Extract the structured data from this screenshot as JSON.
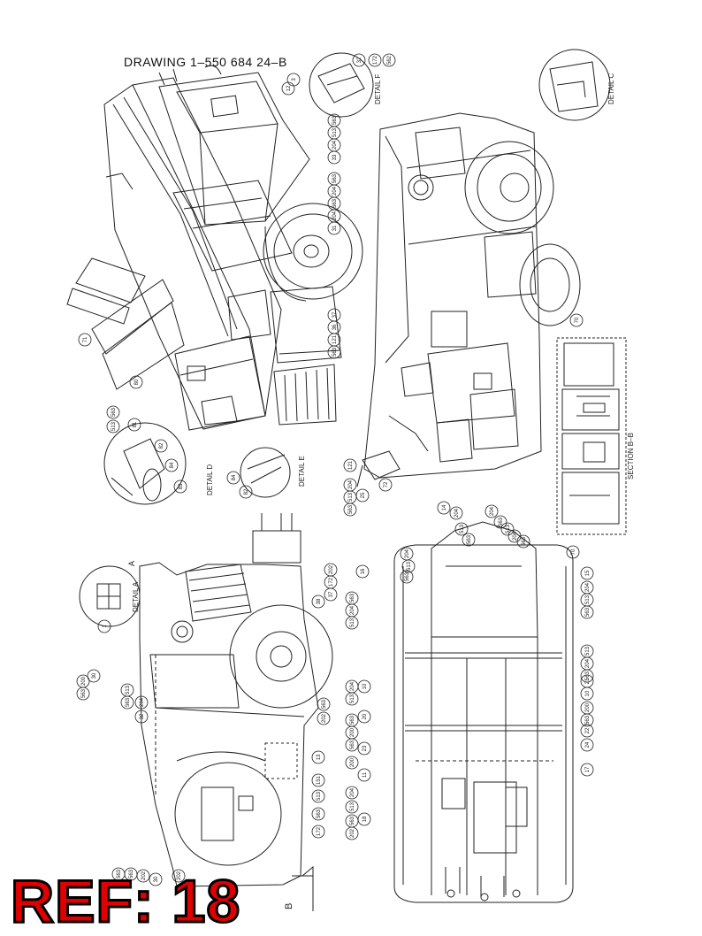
{
  "drawing": {
    "title": "DRAWING  1–550 684 24–B",
    "ref_badge": "REF: 18",
    "colors": {
      "line": "#222222",
      "ref_fill": "#e00000",
      "ref_outline": "#000000"
    }
  },
  "details": {
    "detail_f": "DETAIL F",
    "detail_c": "DETAIL C",
    "detail_d": "DETAIL D",
    "detail_e": "DETAIL E",
    "detail_a": "DETAIL A",
    "section_bb": "SECTION B–B",
    "marker_b": "B",
    "marker_a": "A"
  },
  "balloons": {
    "iso_left": [
      "12",
      "3",
      "33",
      "204",
      "513",
      "563",
      "204",
      "563",
      "31",
      "204",
      "563",
      "37",
      "36",
      "563",
      "121",
      "71",
      "80",
      "81",
      "563",
      "513",
      "82",
      "84",
      "83",
      "84",
      "82"
    ],
    "iso_right": [
      "32",
      "172",
      "562",
      "70",
      "72",
      "25",
      "121",
      "563",
      "513",
      "204"
    ],
    "side_view": [
      "1",
      "200",
      "563",
      "30",
      "513",
      "563",
      "204",
      "32",
      "38",
      "37",
      "172",
      "202",
      "563",
      "202",
      "13",
      "513",
      "151",
      "563",
      "172",
      "202",
      "30",
      "202",
      "563",
      "563"
    ],
    "top_view": [
      "14",
      "204",
      "513",
      "563",
      "204",
      "513",
      "563",
      "16",
      "15",
      "563",
      "204",
      "513",
      "204",
      "513",
      "563",
      "513",
      "204",
      "563",
      "10",
      "20",
      "204",
      "513",
      "563",
      "200",
      "563",
      "10",
      "21",
      "200",
      "563",
      "22",
      "24",
      "23",
      "11",
      "200",
      "17",
      "18",
      "204",
      "513",
      "563",
      "202",
      "204",
      "563",
      "513",
      "204",
      "563",
      "70"
    ]
  }
}
